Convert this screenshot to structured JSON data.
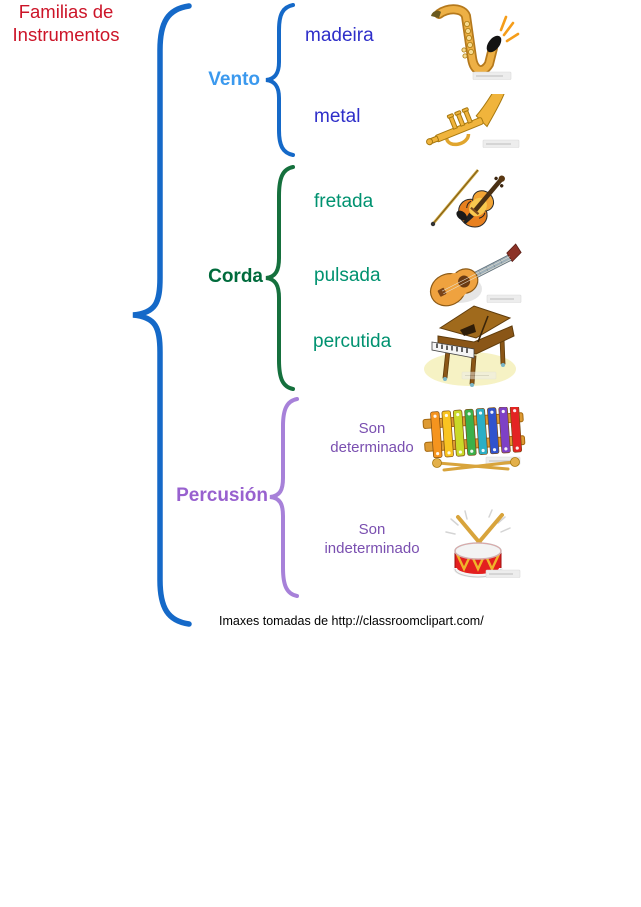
{
  "title": "Familias de Instrumentos",
  "root": {
    "line1": "Familias de",
    "line2": "Instrumentos"
  },
  "families": [
    {
      "label": "Vento",
      "children": [
        {
          "label": "madeira",
          "icon": "saxophone-image"
        },
        {
          "label": "metal",
          "icon": "trumpet-image"
        }
      ]
    },
    {
      "label": "Corda",
      "children": [
        {
          "label": "fretada",
          "icon": "violin-image"
        },
        {
          "label": "pulsada",
          "icon": "guitar-image"
        },
        {
          "label": "percutida",
          "icon": "piano-image"
        }
      ]
    },
    {
      "label": "Percusión",
      "children": [
        {
          "line1": "Son",
          "line2": "determinado",
          "icon": "xylophone-image"
        },
        {
          "line1": "Son",
          "line2": "indeterminado",
          "icon": "drum-image"
        }
      ]
    }
  ],
  "caption": "Imaxes tomadas de http://classroomclipart.com/",
  "colors": {
    "root_text": "#cc1428",
    "main_brace": "#1569c8",
    "vento_label": "#3b99ee",
    "vento_items": "#2e2ec9",
    "vento_brace": "#1569c8",
    "corda_label": "#006b3c",
    "corda_items": "#009270",
    "corda_brace": "#15703d",
    "percusion_label": "#9861cf",
    "percusion_items": "#7a4fb0",
    "percusion_brace": "#a781d9"
  }
}
